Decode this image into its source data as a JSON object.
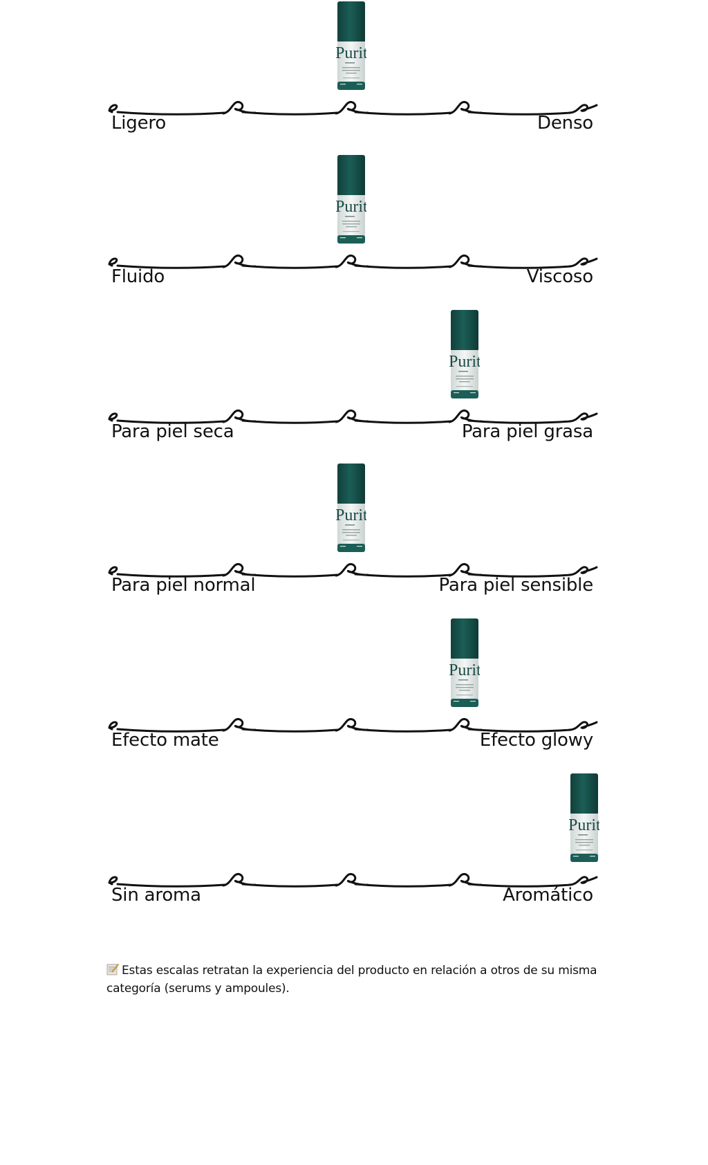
{
  "product": {
    "brand": "Purito"
  },
  "scales": [
    {
      "left": "Ligero",
      "right": "Denso",
      "position": 2
    },
    {
      "left": "Fluido",
      "right": "Viscoso",
      "position": 2
    },
    {
      "left": "Para piel seca",
      "right": "Para piel grasa",
      "position": 3
    },
    {
      "left": "Para piel normal",
      "right": "Para piel sensible",
      "position": 2
    },
    {
      "left": "Efecto mate",
      "right": "Efecto glowy",
      "position": 3
    },
    {
      "left": "Sin aroma",
      "right": "Aromático",
      "position": 4
    }
  ],
  "note": {
    "icon": "memo-icon",
    "text": "Estas escalas retratan la experiencia del producto en relación a otros de su misma categoría (serums y ampoules)."
  },
  "colors": {
    "bottle": "#1b5e57",
    "line": "#111111"
  }
}
